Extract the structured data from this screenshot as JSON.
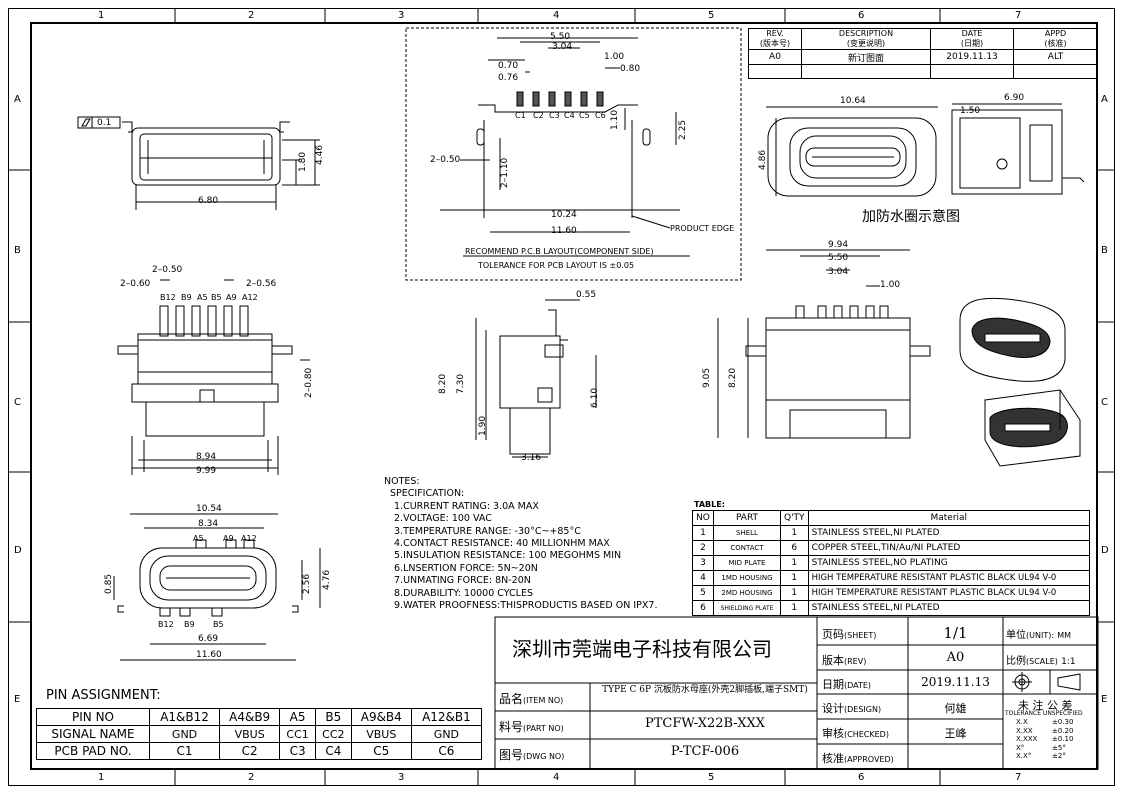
{
  "zones": {
    "top": [
      "1",
      "2",
      "3",
      "4",
      "5",
      "6",
      "7"
    ],
    "side": [
      "A",
      "B",
      "C",
      "D",
      "E"
    ]
  },
  "revision_block": {
    "headers": [
      {
        "en": "REV.",
        "cn": "(版本号)"
      },
      {
        "en": "DESCRIPTION",
        "cn": "(变更说明)"
      },
      {
        "en": "DATE",
        "cn": "(日期)"
      },
      {
        "en": "APPD",
        "cn": "(核准)"
      }
    ],
    "row": [
      "A0",
      "新订图面",
      "2019.11.13",
      "ALT"
    ]
  },
  "dims": {
    "tv_flatness": "0.1",
    "tv_446": "4.46",
    "tv_180": "1.80",
    "tv_680": "6.80",
    "pcb_550": "5.50",
    "pcb_304": "3.04",
    "pcb_100": "1.00",
    "pcb_070": "0.70",
    "pcb_080": "0.80",
    "pcb_076": "0.76",
    "pcb_pads": [
      "C1",
      "C2",
      "C3",
      "C4",
      "C5",
      "C6"
    ],
    "pcb_110": "1.10",
    "pcb_225": "2.25",
    "pcb_2_050": "2–0.50",
    "pcb_2_110": "2–1.10",
    "pcb_1024": "10.24",
    "pcb_1160": "11.60",
    "product_edge": "PRODUCT EDGE",
    "pcb_title": "RECOMMEND P.C.B LAYOUT(COMPONENT SIDE)",
    "pcb_tol": "TOLERANCE FOR PCB LAYOUT IS ±0.05",
    "wp_1064": "10.64",
    "wp_690": "6.90",
    "wp_150": "1.50",
    "wp_486": "4.86",
    "wp_caption": "加防水圈示意图",
    "fv_2_050": "2–0.50",
    "fv_2_060": "2–0.60",
    "fv_2_056": "2–0.56",
    "fv_pins": [
      "B12",
      "B9",
      "A5",
      "B5",
      "A9",
      "A12"
    ],
    "fv_2_080": "2–0.80",
    "fv_894": "8.94",
    "fv_999": "9.99",
    "sv_055": "0.55",
    "sv_820": "8.20",
    "sv_730": "7.30",
    "sv_610": "6.10",
    "sv_190": "1.90",
    "sv_316": "3.16",
    "rv_994": "9.94",
    "rv_550": "5.50",
    "rv_304": "3.04",
    "rv_100": "1.00",
    "rv_905": "9.05",
    "rv_820": "8.20",
    "bv_1054": "10.54",
    "bv_834": "8.34",
    "bv_top_pins": [
      "A5",
      "A9",
      "A12"
    ],
    "bv_bot_pins": [
      "B12",
      "B9",
      "B5"
    ],
    "bv_085": "0.85",
    "bv_256": "2.56",
    "bv_476": "4.76",
    "bv_669": "6.69",
    "bv_1160": "11.60"
  },
  "notes": {
    "title": "NOTES:",
    "spec": "SPECIFICATION:",
    "items": [
      "1.CURRENT RATING: 3.0A MAX",
      "2.VOLTAGE: 100 VAC",
      "3.TEMPERATURE RANGE: -30°C~+85°C",
      "4.CONTACT RESISTANCE: 40 MILLIONHM MAX",
      "5.INSULATION RESISTANCE: 100 MEGOHMS MIN",
      "6.LNSERTION FORCE: 5N~20N",
      "7.UNMATING FORCE: 8N-20N",
      "8.DURABILITY: 10000 CYCLES",
      "9.WATER PROOFNESS:THISPRODUCTIS BASED ON IPX7."
    ]
  },
  "material_table": {
    "title": "TABLE:",
    "headers": [
      "NO",
      "PART",
      "Q'TY",
      "Material"
    ],
    "rows": [
      [
        "1",
        "SHELL",
        "1",
        "STAINLESS STEEL,NI PLATED"
      ],
      [
        "2",
        "CONTACT",
        "6",
        "COPPER STEEL,TIN/Au/NI PLATED"
      ],
      [
        "3",
        "MID PLATE",
        "1",
        "STAINLESS STEEL,NO PLATING"
      ],
      [
        "4",
        "1MD HOUSING",
        "1",
        "HIGH TEMPERATURE RESISTANT PLASTIC BLACK UL94 V-0"
      ],
      [
        "5",
        "2MD HOUSING",
        "1",
        "HIGH TEMPERATURE RESISTANT PLASTIC BLACK UL94 V-0"
      ],
      [
        "6",
        "SHIELDING PLATE",
        "1",
        "STAINLESS STEEL,NI PLATED"
      ]
    ]
  },
  "pin_assignment": {
    "title": "PIN ASSIGNMENT:",
    "rows": [
      [
        "PIN NO",
        "A1&B12",
        "A4&B9",
        "A5",
        "B5",
        "A9&B4",
        "A12&B1"
      ],
      [
        "SIGNAL NAME",
        "GND",
        "VBUS",
        "CC1",
        "CC2",
        "VBUS",
        "GND"
      ],
      [
        "PCB PAD NO.",
        "C1",
        "C2",
        "C3",
        "C4",
        "C5",
        "C6"
      ]
    ]
  },
  "title_block": {
    "company": "深圳市莞端电子科技有限公司",
    "item_label": "品名",
    "item_label_en": "(ITEM NO)",
    "item_value": "TYPE C 6P 沉板防水母座(外壳2脚插板,端子SMT)",
    "part_label": "料号",
    "part_label_en": "(PART NO)",
    "part_value": "PTCFW-X22B-XXX",
    "dwg_label": "图号",
    "dwg_label_en": "(DWG NO)",
    "dwg_value": "P-TCF-006",
    "sheet_label": "页码",
    "sheet_label_en": "(SHEET)",
    "sheet_value": "1/1",
    "rev_label": "版本",
    "rev_label_en": "(REV)",
    "rev_value": "A0",
    "date_label": "日期",
    "date_label_en": "(DATE)",
    "date_value": "2019.11.13",
    "design_label": "设计",
    "design_label_en": "(DESIGN)",
    "design_value": "何雄",
    "checked_label": "审核",
    "checked_label_en": "(CHECKED)",
    "checked_value": "王峰",
    "approved_label": "核准",
    "approved_label_en": "(APPROVED)",
    "unit_label": "单位",
    "unit_label_en": "(UNIT):",
    "unit_value": "MM",
    "scale_label": "比例",
    "scale_label_en": "(SCALE)",
    "scale_value": "1:1",
    "tol_title": "未 注 公 差",
    "tol_sub": "TOLERANCE UNSPECIFIED",
    "tol_rows": [
      [
        "X.X",
        "±0.30"
      ],
      [
        "X.XX",
        "±0.20"
      ],
      [
        "X.XXX",
        "±0.10"
      ],
      [
        "X°",
        "±5°"
      ],
      [
        "X.X°",
        "±2°"
      ]
    ]
  }
}
